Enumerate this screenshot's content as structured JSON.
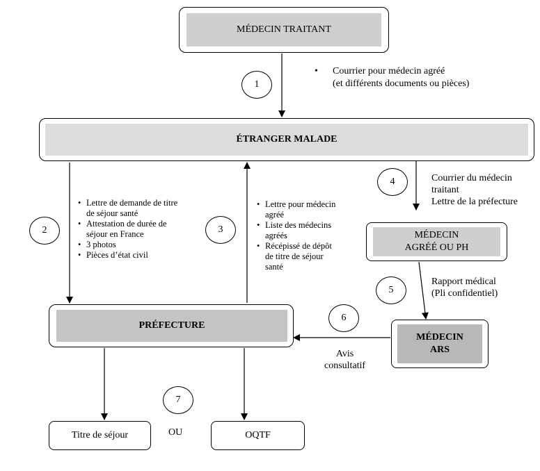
{
  "nodes": {
    "medecin_traitant": "MÉDECIN TRAITANT",
    "etranger_malade": "ÉTRANGER MALADE",
    "prefecture": "PRÉFECTURE",
    "medecin_agree_line1": "MÉDECIN",
    "medecin_agree_line2": "AGRÉÉ OU PH",
    "medecin_ars_line1": "MÉDECIN",
    "medecin_ars_line2": "ARS",
    "titre_sejour": "Titre de séjour",
    "oqtf": "OQTF",
    "ou": "OU"
  },
  "steps": [
    "1",
    "2",
    "3",
    "4",
    "5",
    "6",
    "7"
  ],
  "step1": {
    "line1": "Courrier pour médecin agréé",
    "line2": "(et différents documents ou pièces)"
  },
  "step2": {
    "items": [
      "Lettre de demande de titre de séjour santé",
      "Attestation de durée de séjour en France",
      "3 photos",
      "Pièces d’état civil"
    ]
  },
  "step3": {
    "items": [
      "Lettre pour médecin agréé",
      "Liste des médecins agréés",
      "Récépissé de dépôt de titre de séjour santé"
    ]
  },
  "step4": {
    "line1": "Courrier du médecin",
    "line2": "traitant",
    "line3": "Lettre de la préfecture"
  },
  "step5": {
    "line1": "Rapport médical",
    "line2": "(Pli confidentiel)"
  },
  "step6": {
    "line1": "Avis",
    "line2": "consultatif"
  }
}
